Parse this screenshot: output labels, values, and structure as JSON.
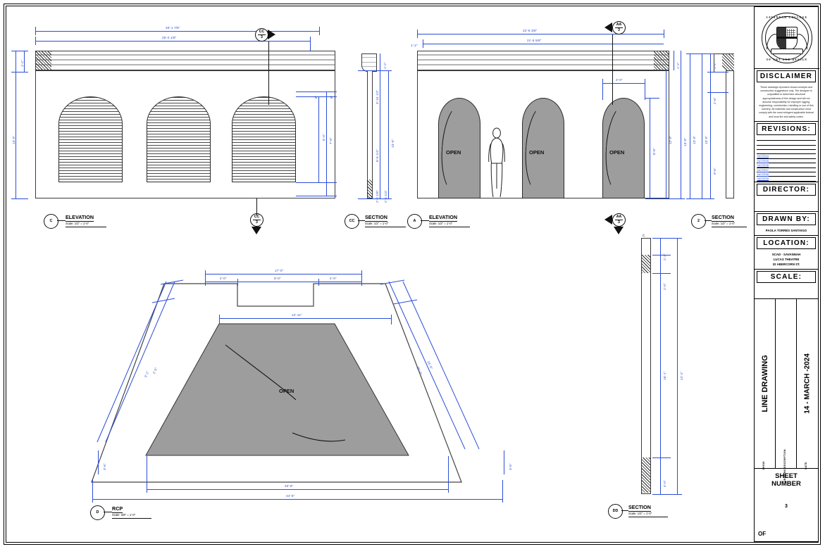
{
  "sheet": {
    "title_block": {
      "school_seal": {
        "top_text": "SAVANNAH COLLEGE",
        "bottom_text": "OF ART AND DESIGN"
      },
      "disclaimer_heading": "DISCLAIMER",
      "disclaimer_body": "These drawings represent visual concepts and construction suggestions only.  The designer is unqualified to determine structural appropriateness of this design and will not assume responsibility for improper rigging, engineering, construction, handling or use of this scenery.  All materials and construction must comply with the most stringent applicable federal and local fire and safety codes.",
      "revisions_heading": "REVISIONS:",
      "revision_rows": [
        "",
        "",
        "",
        ""
      ],
      "note_rows": [
        "NOTES4",
        "NOTES5",
        "NOTES6",
        "NOTES7",
        "NOTES8",
        "NOTES9"
      ],
      "director_heading": "DIRECTOR:",
      "director_value": "",
      "drawn_by_heading": "DRAWN BY:",
      "drawn_by_value": "PAOLA TORRES SANTAIGO",
      "location_heading": "LOCATION:",
      "location_value": "SCAD - SAVANNAH\nLUCAS THEATRE\n32 ABERCORN ST.",
      "scale_heading": "SCALE:",
      "scale_value": "",
      "show_label": "SHOW:",
      "show_value": "LINE DRAWING",
      "drawing_description_label": "DRAWING DESCRIPTION:",
      "drawing_description_value": "",
      "date_label": "DATE:",
      "date_value": "14 - MARCH -2024",
      "sheet_number_heading": "SHEET\nNUMBER",
      "sheet_number_value": "3",
      "of_label": "OF"
    },
    "views": {
      "elevation_c": {
        "tag": "C",
        "title": "ELEVATION",
        "scale": "Scale: 1/2\" = 1'-0\"",
        "dimensions": {
          "overall_top": "26'-1 7/8\"",
          "overall_inner": "25'-0 1/8\"",
          "cornice_height": "1'-2\"",
          "overall_height": "13'-0\"",
          "opening_height": "7'-8\"",
          "opening_inner": "6'-4\"",
          "sill_small": "6\"",
          "sill_small2": "6\""
        }
      },
      "section_cc": {
        "tag": "CC",
        "title": "SECTION",
        "scale": "Scale: 1/2\" = 1'-0\"",
        "dimensions": {
          "top": "1'-2\"",
          "mid": "3'-10 1/2\"",
          "lower": "6'-6 1/4\"",
          "bottom": "2'-0 1/8\"",
          "overall": "2'-6 1/4\"",
          "depth": "13'-0\""
        }
      },
      "elevation_a": {
        "tag": "A",
        "title": "ELEVATION",
        "scale": "Scale: 1/2\" = 1'-0\"",
        "openings_label": "OPEN",
        "openings_count": 3,
        "dimensions": {
          "overall_top": "22'-8 3/8\"",
          "overall_inner": "21'-6 5/8\"",
          "left_edge": "1'-2\"",
          "door_width": "3'-0\"",
          "cornice_right": "1'-2\"",
          "height_inner": "12'-0\"",
          "height_overall": "13'-0\"",
          "door_height": "8'-8\""
        }
      },
      "section_2": {
        "tag": "2",
        "title": "SECTION",
        "scale": "Scale: 1/2\" = 1'-0\"",
        "dimensions": {
          "cornice": "1'-2\"",
          "upper": "2'-6\"",
          "lower": "9'-6\"",
          "overall": "13'-0\"",
          "overall_left": "13'-0\""
        }
      },
      "rcp_d": {
        "tag": "D",
        "title": "RCP",
        "scale": "Scale: 3/8\" = 1'-0\"",
        "open_label": "OPEN",
        "dimensions": {
          "top_overall": "17'-0\"",
          "top_left": "4'-0\"",
          "top_center": "9'-0\"",
          "top_right": "4'-0\"",
          "inner_width": "12'-11\"",
          "bottom_inner": "33'-9\"",
          "bottom_overall": "44'-5\"",
          "left_angle_a": "3'-1\"",
          "left_angle_b": "2'-0\"",
          "right_angle_a": "20'-0\"",
          "right_angle_b": "16'-0\"",
          "corner_left": "3'-6\"",
          "corner_right": "3'-6\""
        }
      },
      "section_dd": {
        "tag": "DD",
        "title": "SECTION",
        "scale": "Scale: 1/2\" = 1'-0\"",
        "dimensions": {
          "top": "2'-2\"",
          "upper": "2'-0\"",
          "mid": "16'-1\"",
          "overall": "22'-2\"",
          "bottom": "4'-0\"",
          "tag_small": "C"
        }
      }
    }
  }
}
